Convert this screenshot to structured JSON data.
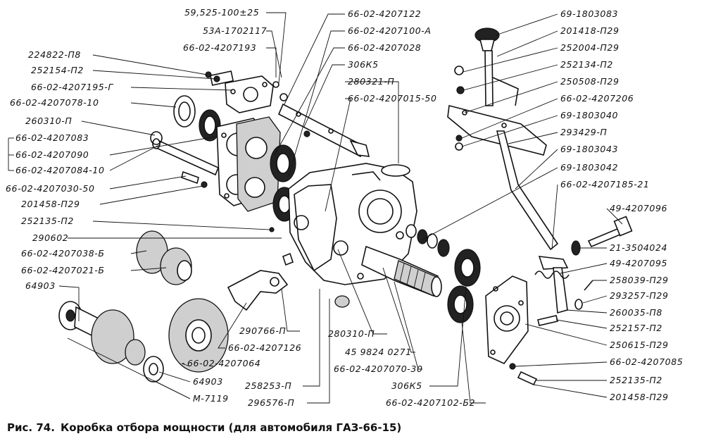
{
  "caption": {
    "number": "Рис. 74.",
    "text": "Коробка отбора мощности (для автомобиля ГАЗ-66-15)"
  },
  "labels": {
    "l_top_1": "59,525-100±25",
    "l_top_2": "53А-1702117",
    "l_top_3": "66-02-4207193",
    "l_top_4": "66-02-4207122",
    "l_top_5": "66-02-4207100-А",
    "l_top_6": "66-02-4207028",
    "l_top_7": "306К5",
    "l_top_8": "280321-П",
    "l_top_9": "66-02-4207015-50",
    "l_left_1": "224822-П8",
    "l_left_2": "252154-П2",
    "l_left_3": "66-02-4207195-Г",
    "l_left_4": "66-02-4207078-10",
    "l_left_5": "260310-П",
    "l_left_6": "66-02-4207083",
    "l_left_7": "66-02-4207090",
    "l_left_8": "66-02-4207084-10",
    "l_left_9": "66-02-4207030-50",
    "l_left_10": "201458-П29",
    "l_left_11": "252135-П2",
    "l_left_12": "290602",
    "l_left_13": "66-02-4207038-Б",
    "l_left_14": "66-02-4207021-Б",
    "l_left_15": "64903",
    "l_right_1": "69-1803083",
    "l_right_2": "201418-П29",
    "l_right_3": "252004-П29",
    "l_right_4": "252134-П2",
    "l_right_5": "250508-П29",
    "l_right_6": "66-02-4207206",
    "l_right_7": "69-1803040",
    "l_right_8": "293429-П",
    "l_right_9": "69-1803043",
    "l_right_10": "69-1803042",
    "l_right_11": "66-02-4207185-21",
    "l_right_12": "49-4207096",
    "l_right_13": "21-3504024",
    "l_right_14": "49-4207095",
    "l_right_15": "258039-П29",
    "l_right_16": "293257-П29",
    "l_right_17": "260035-П8",
    "l_right_18": "252157-П2",
    "l_right_19": "250615-П29",
    "l_right_20": "66-02-4207085",
    "l_right_21": "252135-П2",
    "l_right_22": "201458-П29",
    "l_bot_1": "290766-П",
    "l_bot_2": "66-02-4207126",
    "l_bot_3": "66-02-4207064",
    "l_bot_4": "64903",
    "l_bot_5": "М-7119",
    "l_bot_6": "258253-П",
    "l_bot_7": "296576-П",
    "l_bot_8": "280310-П",
    "l_bot_9": "45 9824 0271",
    "l_bot_10": "66-02-4207070-30",
    "l_bot_11": "306К5",
    "l_bot_12": "66-02-4207102-Б2"
  }
}
